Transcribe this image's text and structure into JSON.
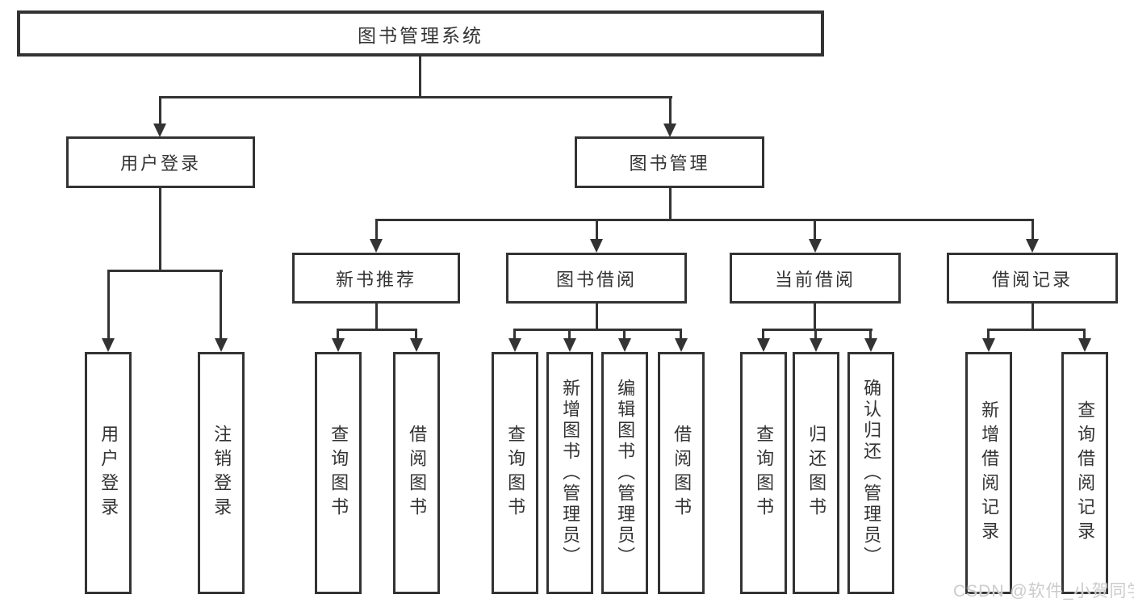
{
  "diagram": {
    "root": "图书管理系统",
    "branches": {
      "user_login": {
        "label": "用户登录",
        "leaves": [
          "用户登录",
          "注销登录"
        ]
      },
      "book_management": {
        "label": "图书管理",
        "groups": [
          {
            "label": "新书推荐",
            "leaves": [
              "查询图书",
              "借阅图书"
            ]
          },
          {
            "label": "图书借阅",
            "leaves": [
              "查询图书",
              "新增图书（管理员）",
              "编辑图书（管理员）",
              "借阅图书"
            ]
          },
          {
            "label": "当前借阅",
            "leaves": [
              "查询图书",
              "归还图书",
              "确认归还（管理员）"
            ]
          },
          {
            "label": "借阅记录",
            "leaves": [
              "新增借阅记录",
              "查询借阅记录"
            ]
          }
        ]
      }
    }
  },
  "watermark": "CSDN @软件_小贺同学",
  "colors": {
    "line": "#333333",
    "text": "#333333",
    "watermark": "#cccccc"
  }
}
